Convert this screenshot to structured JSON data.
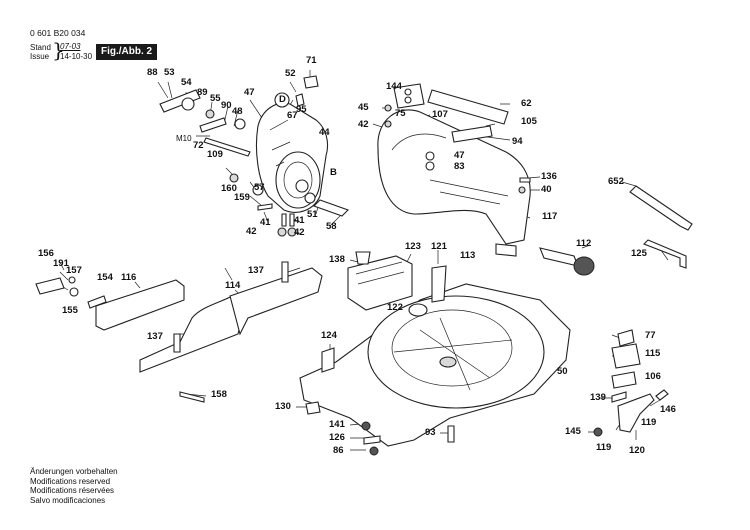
{
  "header": {
    "doc_number": "0 601 B20 034",
    "stand_label": "Stand",
    "stand_value": "07-03",
    "issue_label": "Issue",
    "issue_value": "14-10-30",
    "figure_label": "Fig./Abb. 2"
  },
  "callouts": {
    "n88": "88",
    "n53": "53",
    "n54": "54",
    "n89": "89",
    "n55": "55",
    "n90": "90",
    "n48": "48",
    "n47a": "47",
    "n52": "52",
    "n71": "71",
    "nD": "D",
    "n95": "95",
    "n67": "67",
    "n44": "44",
    "nM10": "M10",
    "n72": "72",
    "n109": "109",
    "n160": "160",
    "n57": "57",
    "n159": "159",
    "nB": "B",
    "n41a": "41",
    "n42a": "42",
    "n41b": "41",
    "n42b": "42",
    "n51": "51",
    "n58": "58",
    "n144": "144",
    "n45": "45",
    "n42c": "42",
    "n75": "75",
    "n107": "107",
    "n62": "62",
    "n105": "105",
    "n94": "94",
    "n47b": "47",
    "n83": "83",
    "n136": "136",
    "n40": "40",
    "n117": "117",
    "n652": "652",
    "n112": "112",
    "n125": "125",
    "n113": "113",
    "n156": "156",
    "n191": "191",
    "n157": "157",
    "n155": "155",
    "n154": "154",
    "n116": "116",
    "n137a": "137",
    "n114": "114",
    "n138": "138",
    "n123": "123",
    "n121": "121",
    "n122": "122",
    "n137b": "137",
    "n124": "124",
    "n77": "77",
    "n115": "115",
    "n50": "50",
    "n106": "106",
    "n158": "158",
    "n130": "130",
    "n139": "139",
    "n146": "146",
    "n141": "141",
    "n126": "126",
    "n93": "93",
    "n145": "145",
    "n119a": "119",
    "n119b": "119",
    "n86": "86",
    "n120": "120"
  },
  "footer": {
    "de": "Änderungen vorbehalten",
    "en": "Modifications reserved",
    "fr": "Modifications réservées",
    "es": "Salvo modificaciones"
  },
  "colors": {
    "ink": "#222222",
    "paper": "#ffffff",
    "label_bg": "#1a1a1a"
  }
}
